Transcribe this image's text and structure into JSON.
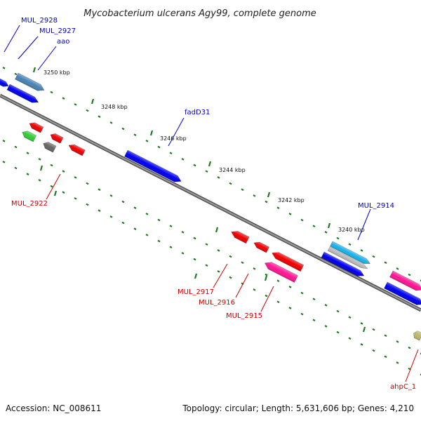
{
  "title": "Mycobacterium ulcerans Agy99, complete genome",
  "footer": {
    "accession": "Accession: NC_008611",
    "summary": "Topology: circular; Length: 5,631,606 bp; Genes: 4,210"
  },
  "colors": {
    "backbone": "#808080",
    "forward_gene": "#0000ee",
    "forward_label": "#0000cc",
    "reverse_gene": "#ee0000",
    "reverse_label": "#cc0000",
    "tick": "#1e7a1e",
    "steelblue_gene": "#4682b4",
    "cyan_gene": "#1ab0e8",
    "silver_gene": "#b8b8b8",
    "pink_gene": "#ff1493",
    "green_gene": "#33cc33",
    "gray_gene": "#666666",
    "khaki_gene": "#bdb76b"
  },
  "tick_labels": [
    "3250 kbp",
    "3248 kbp",
    "3246 kbp",
    "3244 kbp",
    "3242 kbp",
    "3240 kbp"
  ],
  "gene_labels": {
    "forward": [
      "MUL_2928",
      "MUL_2927",
      "aao",
      "fadD31",
      "MUL_2914"
    ],
    "reverse": [
      "MUL_2922",
      "MUL_2917",
      "MUL_2916",
      "MUL_2915",
      "ahpC_1"
    ]
  }
}
